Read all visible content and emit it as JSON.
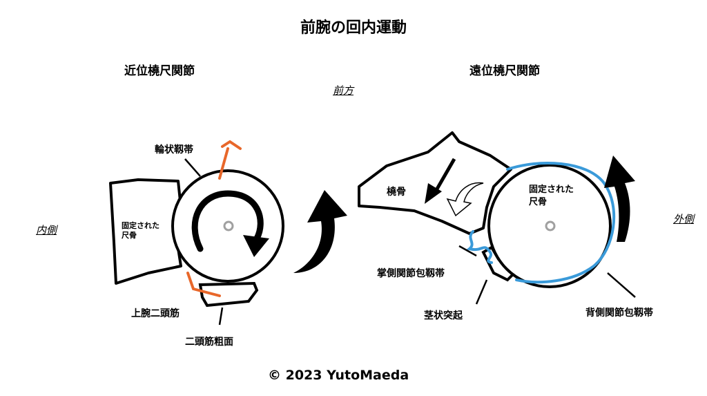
{
  "title": "前腕の回内運動",
  "left": {
    "heading": "近位橈尺関節",
    "direction_medial": "内側",
    "labels": {
      "annular_ligament": "輪状靱帯",
      "ulna_line1": "固定された",
      "ulna_line2": "尺骨",
      "biceps": "上腕二頭筋",
      "tuberosity": "二頭筋粗面"
    }
  },
  "right": {
    "heading": "遠位橈尺関節",
    "direction_anterior": "前方",
    "direction_lateral": "外側",
    "labels": {
      "radius": "橈骨",
      "ulna_line1": "固定された",
      "ulna_line2": "尺骨",
      "palmar_capsule": "掌側関節包靱帯",
      "styloid": "茎状突起",
      "dorsal_capsule": "背側関節包靱帯"
    }
  },
  "colors": {
    "orange": "#e8672a",
    "blue": "#3a9ad9",
    "black": "#000000",
    "gray": "#a0a0a0"
  },
  "copyright": "© 2023 YutoMaeda"
}
